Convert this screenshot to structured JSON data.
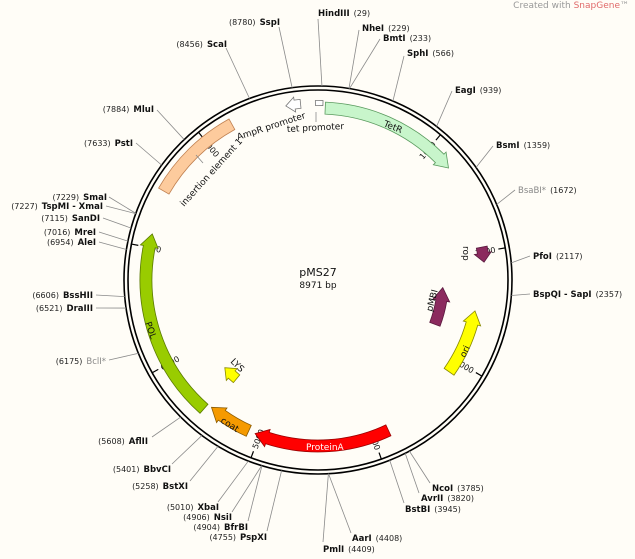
{
  "plasmid": {
    "name": "pMS27",
    "length_label": "8971 bp",
    "length_bp": 8971
  },
  "credit": {
    "prefix": "Created with ",
    "brand": "SnapGene",
    "tm": "™"
  },
  "ticks": [
    "1000",
    "2000",
    "3000",
    "4000",
    "5000",
    "6000",
    "7000",
    "8000"
  ],
  "sites": [
    {
      "name": "HindIII",
      "pos": 29
    },
    {
      "name": "NheI",
      "pos": 229
    },
    {
      "name": "BmtI",
      "pos": 233
    },
    {
      "name": "SphI",
      "pos": 566
    },
    {
      "name": "EagI",
      "pos": 939
    },
    {
      "name": "BsmI",
      "pos": 1359
    },
    {
      "name": "BsaBI*",
      "pos": 1672
    },
    {
      "name": "PfoI",
      "pos": 2117
    },
    {
      "name": "BspQI - SapI",
      "pos": 2357
    },
    {
      "name": "NcoI",
      "pos": 3785
    },
    {
      "name": "AvrII",
      "pos": 3820
    },
    {
      "name": "BstBI",
      "pos": 3945
    },
    {
      "name": "AarI",
      "pos": 4408
    },
    {
      "name": "PmlI",
      "pos": 4409
    },
    {
      "name": "SspI",
      "pos": 8780
    },
    {
      "name": "ScaI",
      "pos": 8456
    },
    {
      "name": "MluI",
      "pos": 7884
    },
    {
      "name": "PstI",
      "pos": 7633
    },
    {
      "name": "SmaI",
      "pos": 7229
    },
    {
      "name": "TspMI - XmaI",
      "pos": 7227
    },
    {
      "name": "SanDI",
      "pos": 7115
    },
    {
      "name": "MreI",
      "pos": 7016
    },
    {
      "name": "AleI",
      "pos": 6954
    },
    {
      "name": "BssHII",
      "pos": 6606
    },
    {
      "name": "DraIII",
      "pos": 6521
    },
    {
      "name": "BclI*",
      "pos": 6175
    },
    {
      "name": "AflII",
      "pos": 5608
    },
    {
      "name": "BbvCI",
      "pos": 5401
    },
    {
      "name": "BstXI",
      "pos": 5258
    },
    {
      "name": "XbaI",
      "pos": 5010
    },
    {
      "name": "NsiI",
      "pos": 4906
    },
    {
      "name": "BfrBI",
      "pos": 4904
    },
    {
      "name": "PspXI",
      "pos": 4755
    }
  ],
  "features": [
    {
      "name": "TetR",
      "start": 60,
      "end": 1230,
      "dir": 1,
      "color": "#c8f5cb",
      "stroke": "#5a9a5e"
    },
    {
      "name": "rop",
      "start": 1960,
      "end": 2090,
      "dir": 1,
      "color": "#8b2a5e",
      "stroke": "#5a1a3e"
    },
    {
      "name": "ori",
      "start": 3115,
      "end": 2520,
      "dir": -1,
      "color": "#ffff00",
      "stroke": "#888800"
    },
    {
      "name": "pMBI",
      "start": 2760,
      "end": 2330,
      "dir": -1,
      "color": "#8b2a5e",
      "stroke": "#5a1a3e"
    },
    {
      "name": "ProteinA",
      "start": 3860,
      "end": 5040,
      "dir": 1,
      "color": "#ff0000",
      "stroke": "#990000"
    },
    {
      "name": "coat",
      "start": 5100,
      "end": 5480,
      "dir": 1,
      "color": "#f59a00",
      "stroke": "#8a5a00"
    },
    {
      "name": "POL",
      "start": 5520,
      "end": 7115,
      "dir": 1,
      "color": "#99cc00",
      "stroke": "#5a7a00"
    },
    {
      "name": "insertion element 1",
      "start": 7475,
      "end": 8250,
      "dir": 0,
      "color": "#fdcb9d",
      "stroke": "#c08050"
    },
    {
      "name": "LYS",
      "start": 5470,
      "end": 5650,
      "dir": 1,
      "color": "#ffff00",
      "stroke": "#888800"
    },
    {
      "name": "AmpR promoter",
      "start": 8830,
      "end": 8710,
      "dir": -1,
      "color": "#ffffff",
      "stroke": "#777777"
    },
    {
      "name": "tet promoter",
      "start": 8950,
      "end": 40,
      "dir": 0,
      "color": "#ffffff",
      "stroke": "#777777"
    }
  ]
}
